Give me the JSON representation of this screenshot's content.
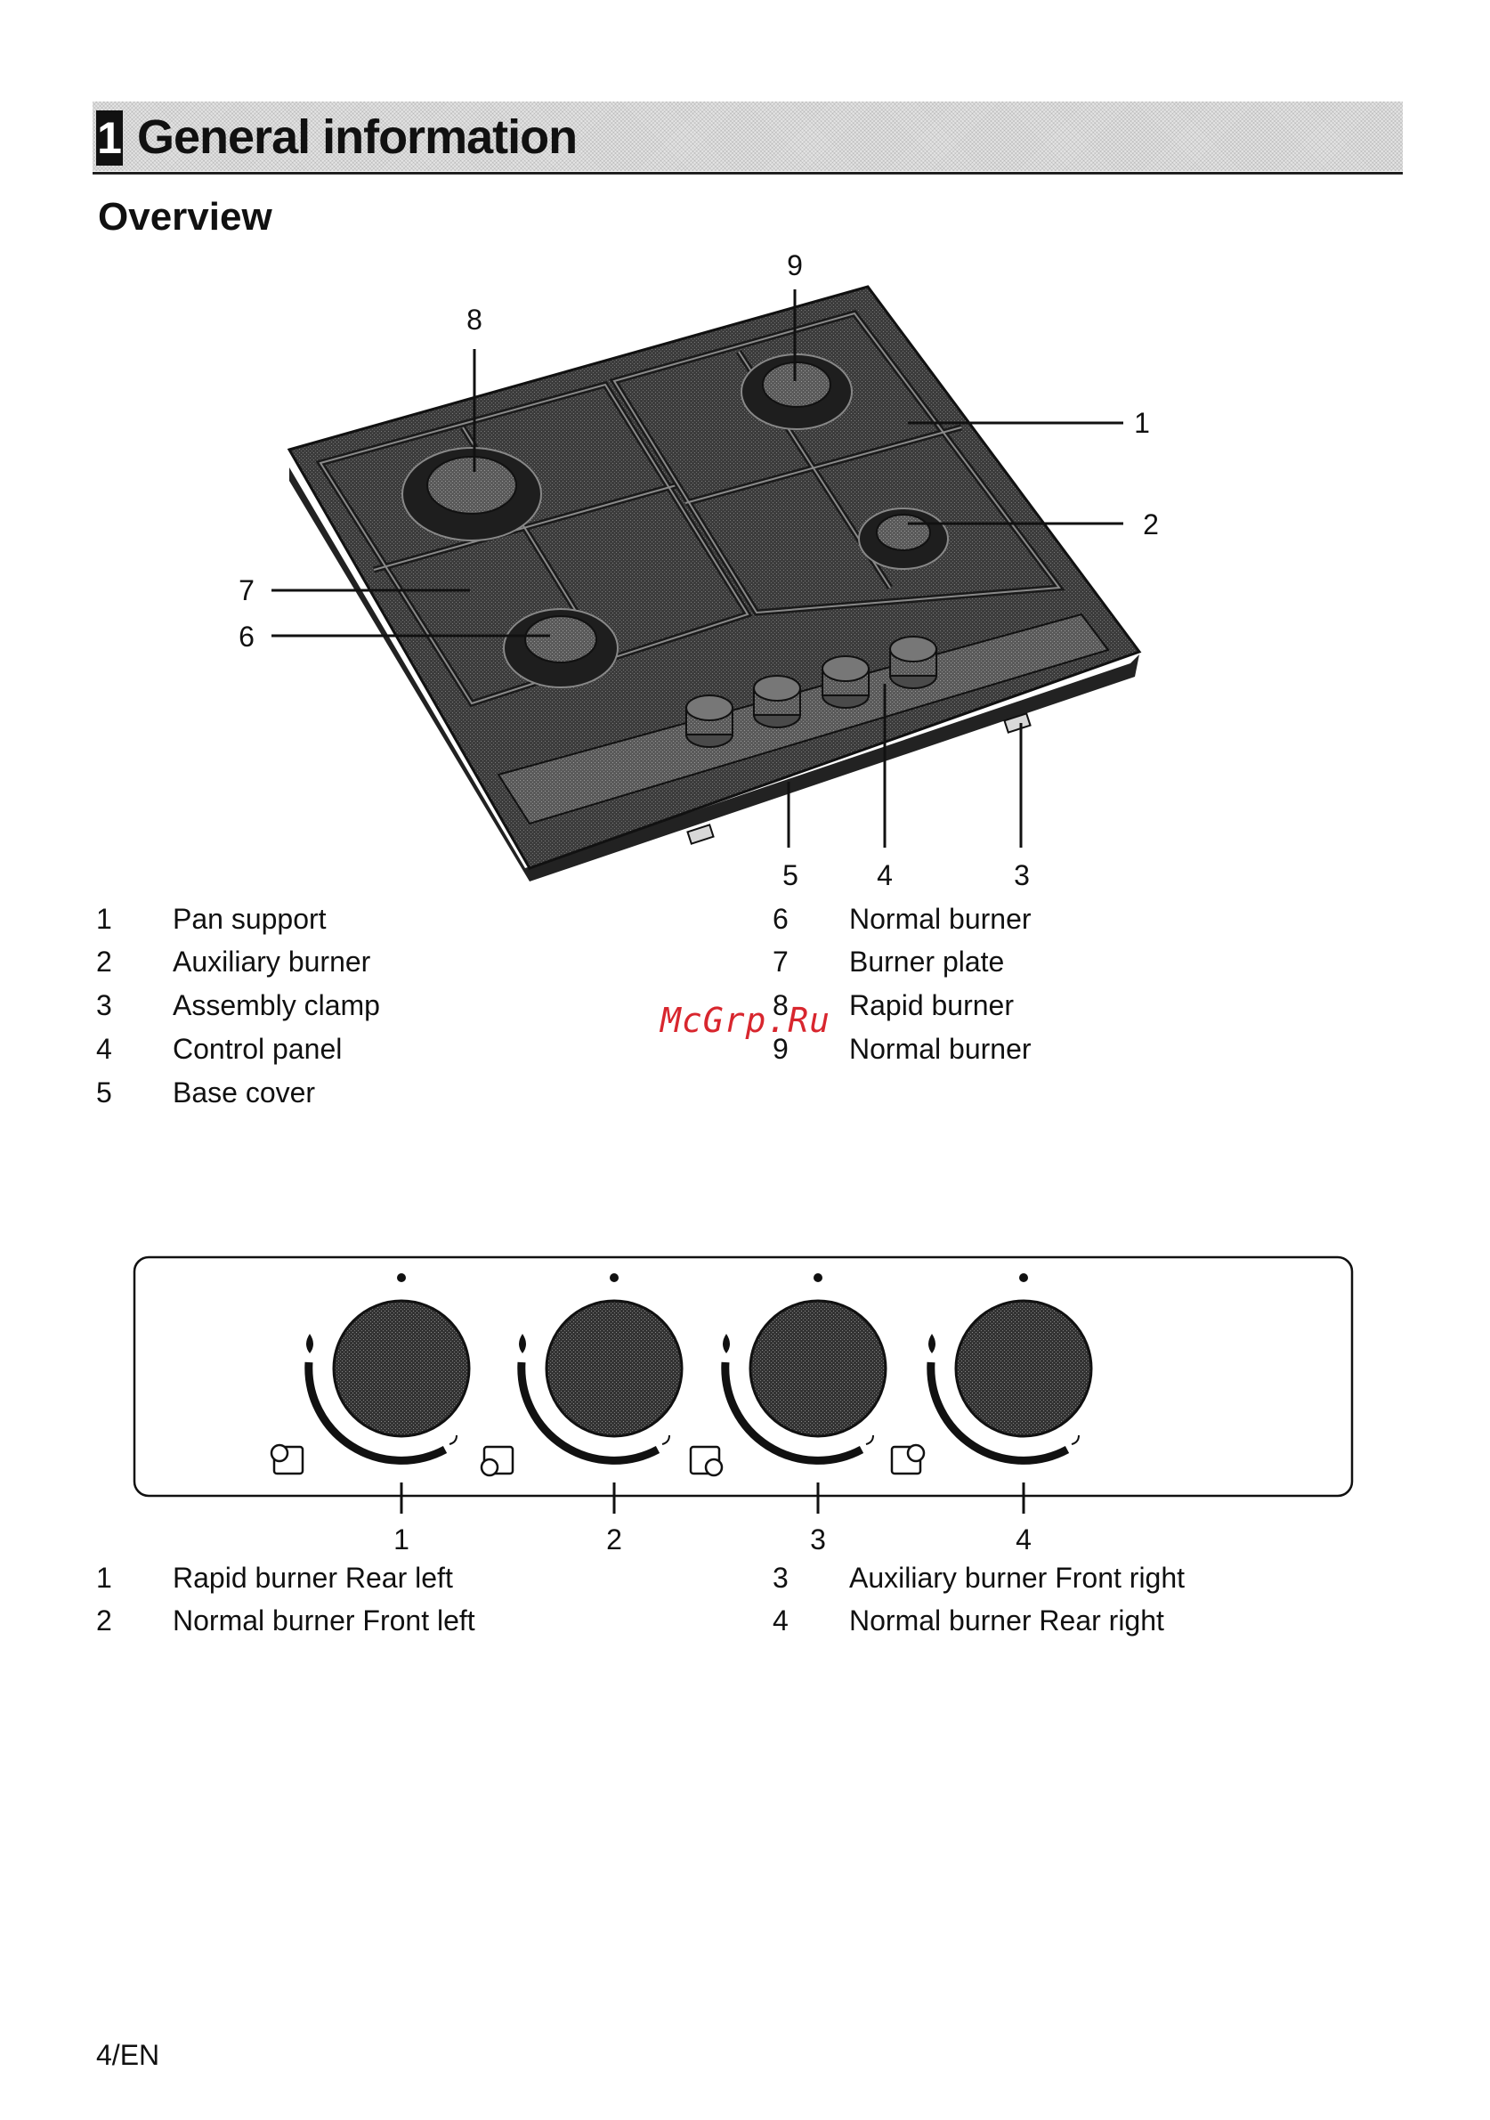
{
  "header": {
    "chapter_number": "1",
    "chapter_title": "General information"
  },
  "section_title": "Overview",
  "hob_callouts": [
    "1",
    "2",
    "3",
    "4",
    "5",
    "6",
    "7",
    "8",
    "9"
  ],
  "overview_legend": {
    "left": [
      {
        "num": "1",
        "label": "Pan support"
      },
      {
        "num": "2",
        "label": "Auxiliary burner"
      },
      {
        "num": "3",
        "label": "Assembly clamp"
      },
      {
        "num": "4",
        "label": "Control panel"
      },
      {
        "num": "5",
        "label": "Base cover"
      }
    ],
    "right": [
      {
        "num": "6",
        "label": "Normal burner"
      },
      {
        "num": "7",
        "label": "Burner plate"
      },
      {
        "num": "8",
        "label": "Rapid burner"
      },
      {
        "num": "9",
        "label": "Normal burner"
      }
    ]
  },
  "knob_callouts": [
    "1",
    "2",
    "3",
    "4"
  ],
  "knob_legend": {
    "left": [
      {
        "num": "1",
        "label": "Rapid burner Rear left"
      },
      {
        "num": "2",
        "label": "Normal burner Front left"
      }
    ],
    "right": [
      {
        "num": "3",
        "label": "Auxiliary burner Front right"
      },
      {
        "num": "4",
        "label": "Normal burner Rear right"
      }
    ]
  },
  "watermark": "McGrp.Ru",
  "footer": "4/EN",
  "colors": {
    "ink": "#111111",
    "panel_dark": "#3a3a3a",
    "watermark": "#d8262e"
  }
}
